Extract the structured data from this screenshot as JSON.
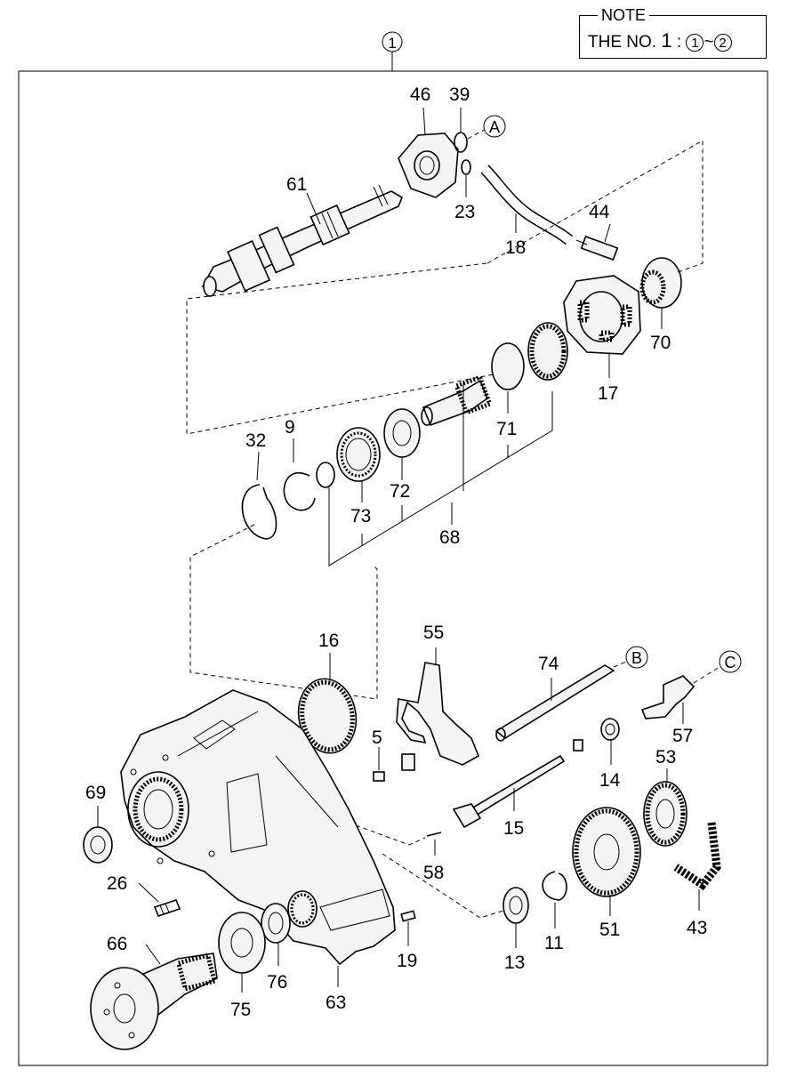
{
  "note": {
    "title": "NOTE",
    "line_prefix": "THE NO.",
    "line_number": "1",
    "line_colon": ":",
    "range_start": "1",
    "range_sep": "~",
    "range_end": "2"
  },
  "assembly_ref": "1",
  "callouts": {
    "a": "A",
    "b": "B",
    "c": "C"
  },
  "part_numbers": {
    "p46": "46",
    "p39": "39",
    "p61": "61",
    "p23": "23",
    "p44": "44",
    "p18": "18",
    "p70": "70",
    "p17": "17",
    "p32": "32",
    "p9": "9",
    "p71": "71",
    "p72": "72",
    "p73": "73",
    "p68": "68",
    "p16": "16",
    "p55": "55",
    "p74": "74",
    "p5": "5",
    "p57": "57",
    "p14": "14",
    "p53": "53",
    "p69": "69",
    "p15": "15",
    "p26": "26",
    "p58": "58",
    "p66": "66",
    "p19": "19",
    "p13": "13",
    "p11": "11",
    "p51": "51",
    "p43": "43",
    "p75": "75",
    "p76": "76",
    "p63": "63"
  }
}
